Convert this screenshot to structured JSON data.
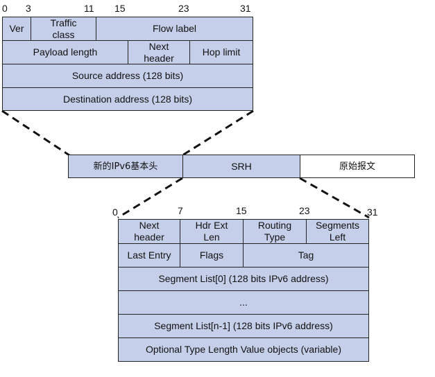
{
  "ipv6_header": {
    "bit_labels": [
      "0",
      "3",
      "11",
      "15",
      "23",
      "31"
    ],
    "row1": {
      "ver": "Ver",
      "traffic_class": "Traffic\nclass",
      "flow_label": "Flow label"
    },
    "row2": {
      "payload_length": "Payload length",
      "next_header": "Next\nheader",
      "hop_limit": "Hop limit"
    },
    "row3": {
      "source_address": "Source address (128 bits)"
    },
    "row4": {
      "destination_address": "Destination address (128 bits)"
    }
  },
  "packet": {
    "new_header": "新的IPv6基本头",
    "srh": "SRH",
    "original_packet": "原始报文"
  },
  "srh_header": {
    "bit_labels": [
      "0",
      "7",
      "15",
      "23",
      "31"
    ],
    "row1": {
      "next_header": "Next\nheader",
      "hdr_ext_len": "Hdr Ext\nLen",
      "routing_type": "Routing\nType",
      "segments_left": "Segments\nLeft"
    },
    "row2": {
      "last_entry": "Last Entry",
      "flags": "Flags",
      "tag": "Tag"
    },
    "row3": {
      "segment_list_0": "Segment List[0] (128 bits IPv6 address)"
    },
    "row4": {
      "ellipsis": "..."
    },
    "row5": {
      "segment_list_n1": "Segment List[n-1] (128 bits IPv6 address)"
    },
    "row6": {
      "optional_tlv": "Optional Type Length Value objects (variable)"
    }
  },
  "colors": {
    "field_fill": "#c6cfea",
    "border": "#222222",
    "plain_fill": "#ffffff"
  }
}
